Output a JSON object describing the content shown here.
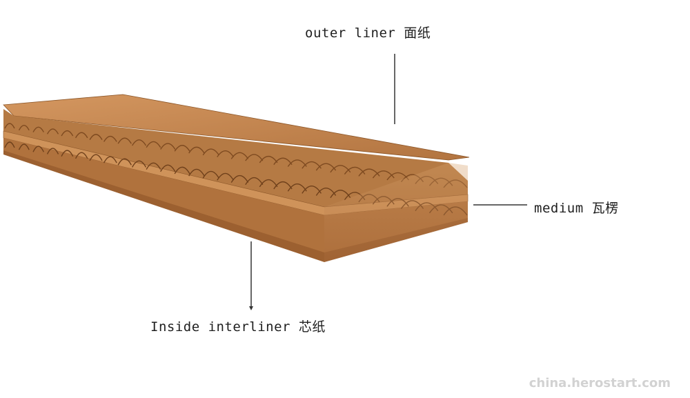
{
  "labels": {
    "outer_liner": "outer liner 面纸",
    "medium": "medium 瓦楞",
    "inside_interliner": "Inside interliner 芯纸"
  },
  "watermark": "china.herostart.com",
  "colors": {
    "board_light": "#c98b52",
    "board_mid": "#b5763e",
    "board_dark": "#8a5426",
    "leader_line": "#333333",
    "background": "#ffffff"
  }
}
